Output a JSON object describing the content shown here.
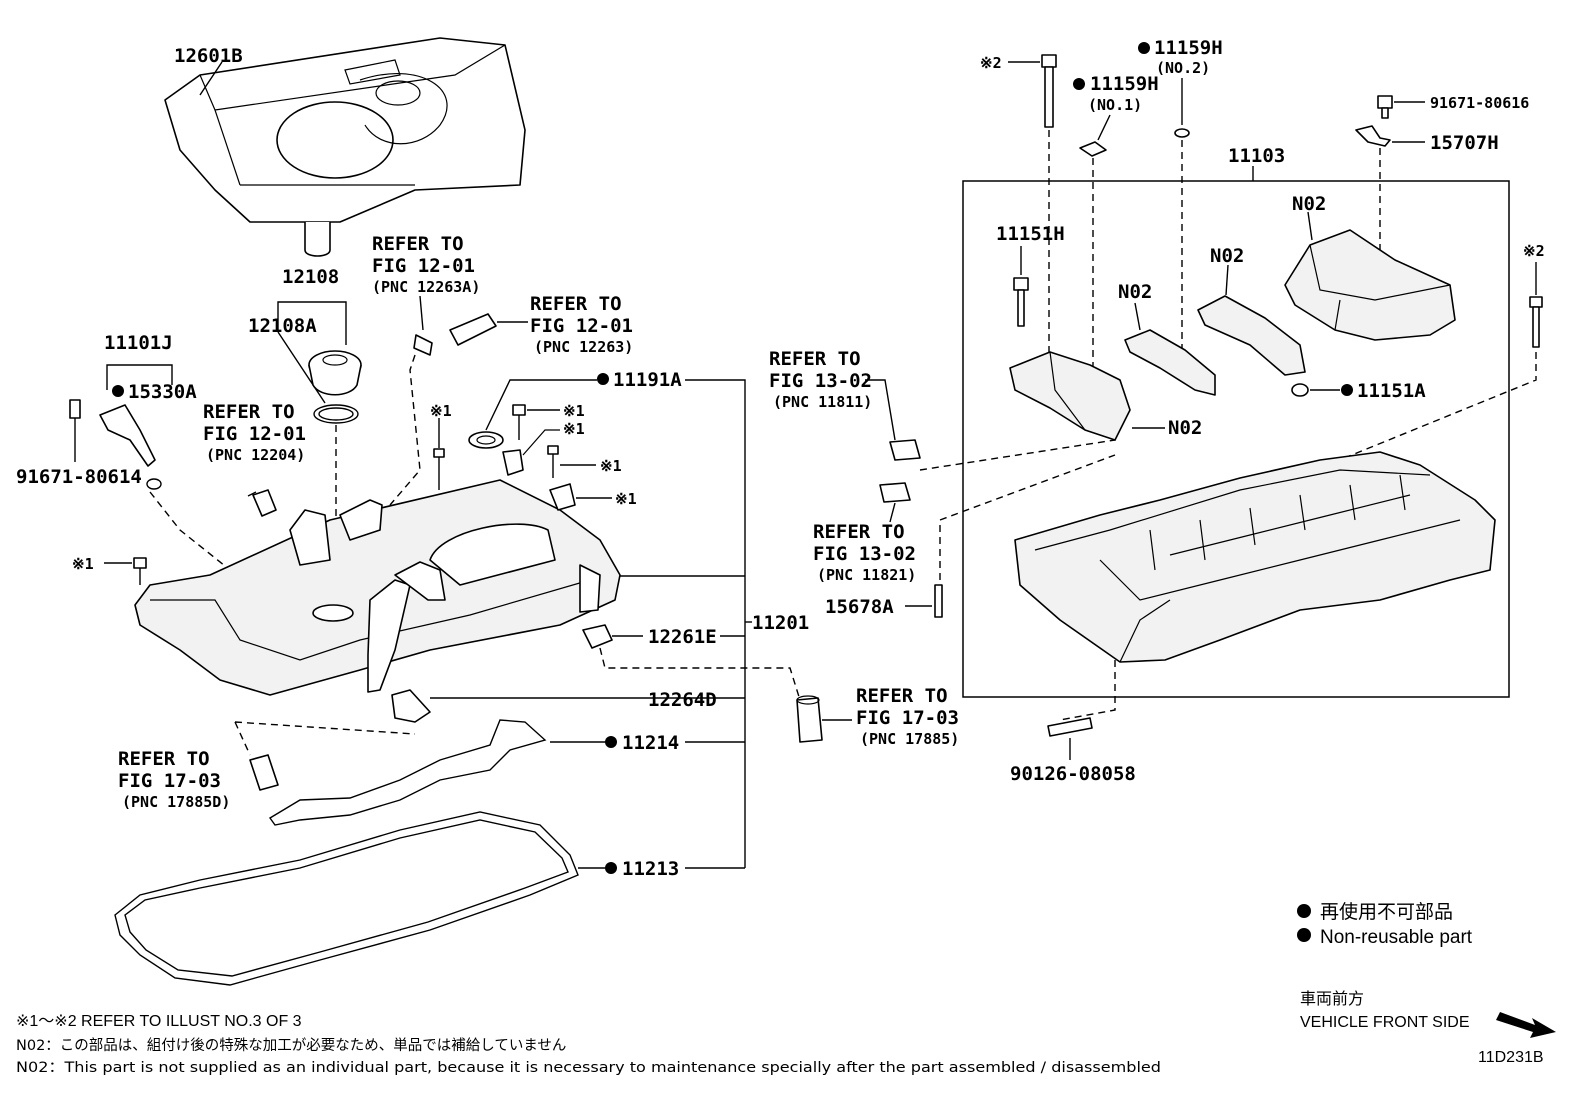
{
  "diagram_code": "11D231B",
  "parts": {
    "p12601B": "12601B",
    "p12108": "12108",
    "p12108A": "12108A",
    "p11101J": "11101J",
    "p15330A": "15330A",
    "p91671_80614": "91671-80614",
    "p11191A": "11191A",
    "p11201": "11201",
    "p12261E": "12261E",
    "p12264D": "12264D",
    "p11214": "11214",
    "p11213": "11213",
    "p11159H_a": "11159H",
    "p11159H_a_sub": "(NO.2)",
    "p11159H_b": "11159H",
    "p11159H_b_sub": "(NO.1)",
    "p91671_80616": "91671-80616",
    "p15707H": "15707H",
    "p11103": "11103",
    "p11151H": "11151H",
    "p11151A": "11151A",
    "p15678A": "15678A",
    "p90126_08058": "90126-08058",
    "n02": "N02"
  },
  "refs": {
    "r1": {
      "line1": "REFER TO",
      "line2": "FIG 12-01",
      "line3": "(PNC 12263A)"
    },
    "r2": {
      "line1": "REFER TO",
      "line2": "FIG 12-01",
      "line3": "(PNC 12263)"
    },
    "r3": {
      "line1": "REFER TO",
      "line2": "FIG 12-01",
      "line3": "(PNC 12204)"
    },
    "r4": {
      "line1": "REFER TO",
      "line2": "FIG 13-02",
      "line3": "(PNC 11811)"
    },
    "r5": {
      "line1": "REFER TO",
      "line2": "FIG 13-02",
      "line3": "(PNC 11821)"
    },
    "r6": {
      "line1": "REFER TO",
      "line2": "FIG 17-03",
      "line3": "(PNC 17885)"
    },
    "r7": {
      "line1": "REFER TO",
      "line2": "FIG 17-03",
      "line3": "(PNC 17885D)"
    }
  },
  "marks": {
    "m1": "※1",
    "m2": "※2"
  },
  "legend": {
    "jp": "再使用不可部品",
    "en": "Non-reusable part"
  },
  "front": {
    "jp": "車両前方",
    "en": "VEHICLE FRONT SIDE"
  },
  "notes": {
    "line1": "※1～※2 REFER TO ILLUST NO.3 OF 3",
    "line2": "N02：この部品は、組付け後の特殊な加工が必要なため、単品では補給していません",
    "line3": "N02：This part is not supplied as an individual part, because it is necessary to maintenance specially after the part assembled / disassembled"
  }
}
